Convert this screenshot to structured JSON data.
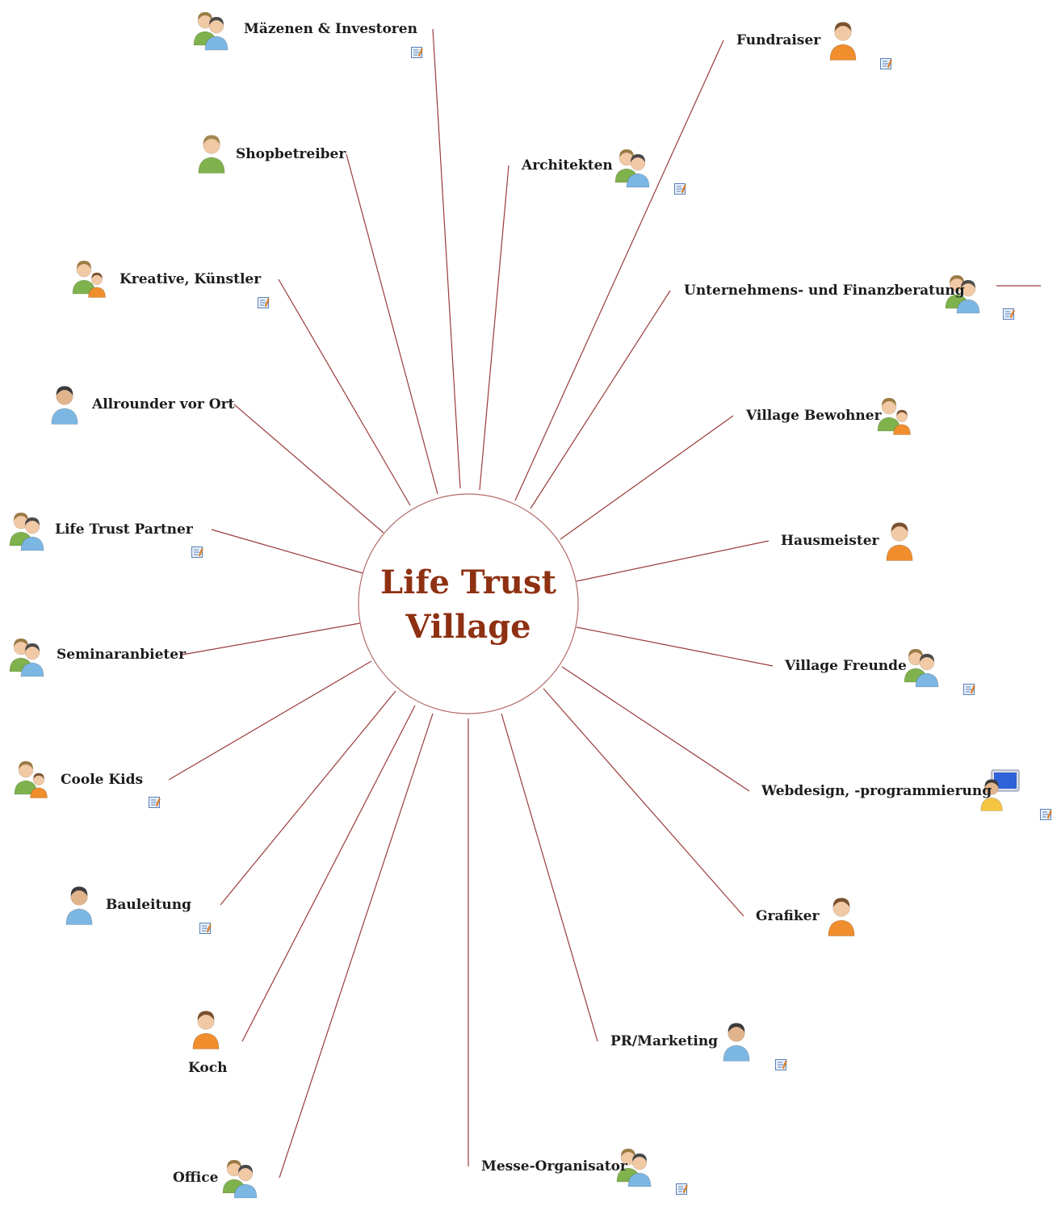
{
  "center": {
    "line1": "Life Trust",
    "line2": "Village"
  },
  "colors": {
    "link": "#9a3b3b",
    "center_text": "#8e3112",
    "orange": "#f08d2c",
    "green": "#7fb24c",
    "blue": "#7cb6e3",
    "yellow": "#f5c542"
  },
  "nodes": [
    {
      "id": "maezenen",
      "label": "Mäzenen & Investoren",
      "icon": "group-icon",
      "note": true
    },
    {
      "id": "fundraiser",
      "label": "Fundraiser",
      "icon": "woman-icon",
      "note": true
    },
    {
      "id": "shopbetreiber",
      "label": "Shopbetreiber",
      "icon": "woman-green-icon",
      "note": false
    },
    {
      "id": "architekten",
      "label": "Architekten",
      "icon": "group-icon",
      "note": true
    },
    {
      "id": "kreative",
      "label": "Kreative, Künstler",
      "icon": "family-icon",
      "note": true
    },
    {
      "id": "unternehmens",
      "label": "Unternehmens- und Finanzberatung",
      "icon": "group-icon",
      "note": true
    },
    {
      "id": "allrounder",
      "label": "Allrounder vor Ort",
      "icon": "man-icon",
      "note": false
    },
    {
      "id": "bewohner",
      "label": "Village Bewohner",
      "icon": "family-icon",
      "note": false
    },
    {
      "id": "partner",
      "label": "Life Trust Partner",
      "icon": "group-icon",
      "note": true
    },
    {
      "id": "hausmeister",
      "label": "Hausmeister",
      "icon": "woman-icon",
      "note": false
    },
    {
      "id": "seminar",
      "label": "Seminaranbieter",
      "icon": "group-icon",
      "note": false
    },
    {
      "id": "freunde",
      "label": "Village Freunde",
      "icon": "group-icon",
      "note": true
    },
    {
      "id": "kids",
      "label": "Coole Kids",
      "icon": "family-icon",
      "note": true
    },
    {
      "id": "webdesign",
      "label": "Webdesign, -programmierung",
      "icon": "computer-user-icon",
      "note": true
    },
    {
      "id": "bauleitung",
      "label": "Bauleitung",
      "icon": "man-icon",
      "note": true
    },
    {
      "id": "grafiker",
      "label": "Grafiker",
      "icon": "woman-icon",
      "note": false
    },
    {
      "id": "koch",
      "label": "Koch",
      "icon": "woman-icon",
      "note": false
    },
    {
      "id": "pr",
      "label": "PR/Marketing",
      "icon": "man-icon",
      "note": true
    },
    {
      "id": "office",
      "label": "Office",
      "icon": "group-icon",
      "note": false
    },
    {
      "id": "messe",
      "label": "Messe-Organisator",
      "icon": "group-icon",
      "note": true
    }
  ]
}
